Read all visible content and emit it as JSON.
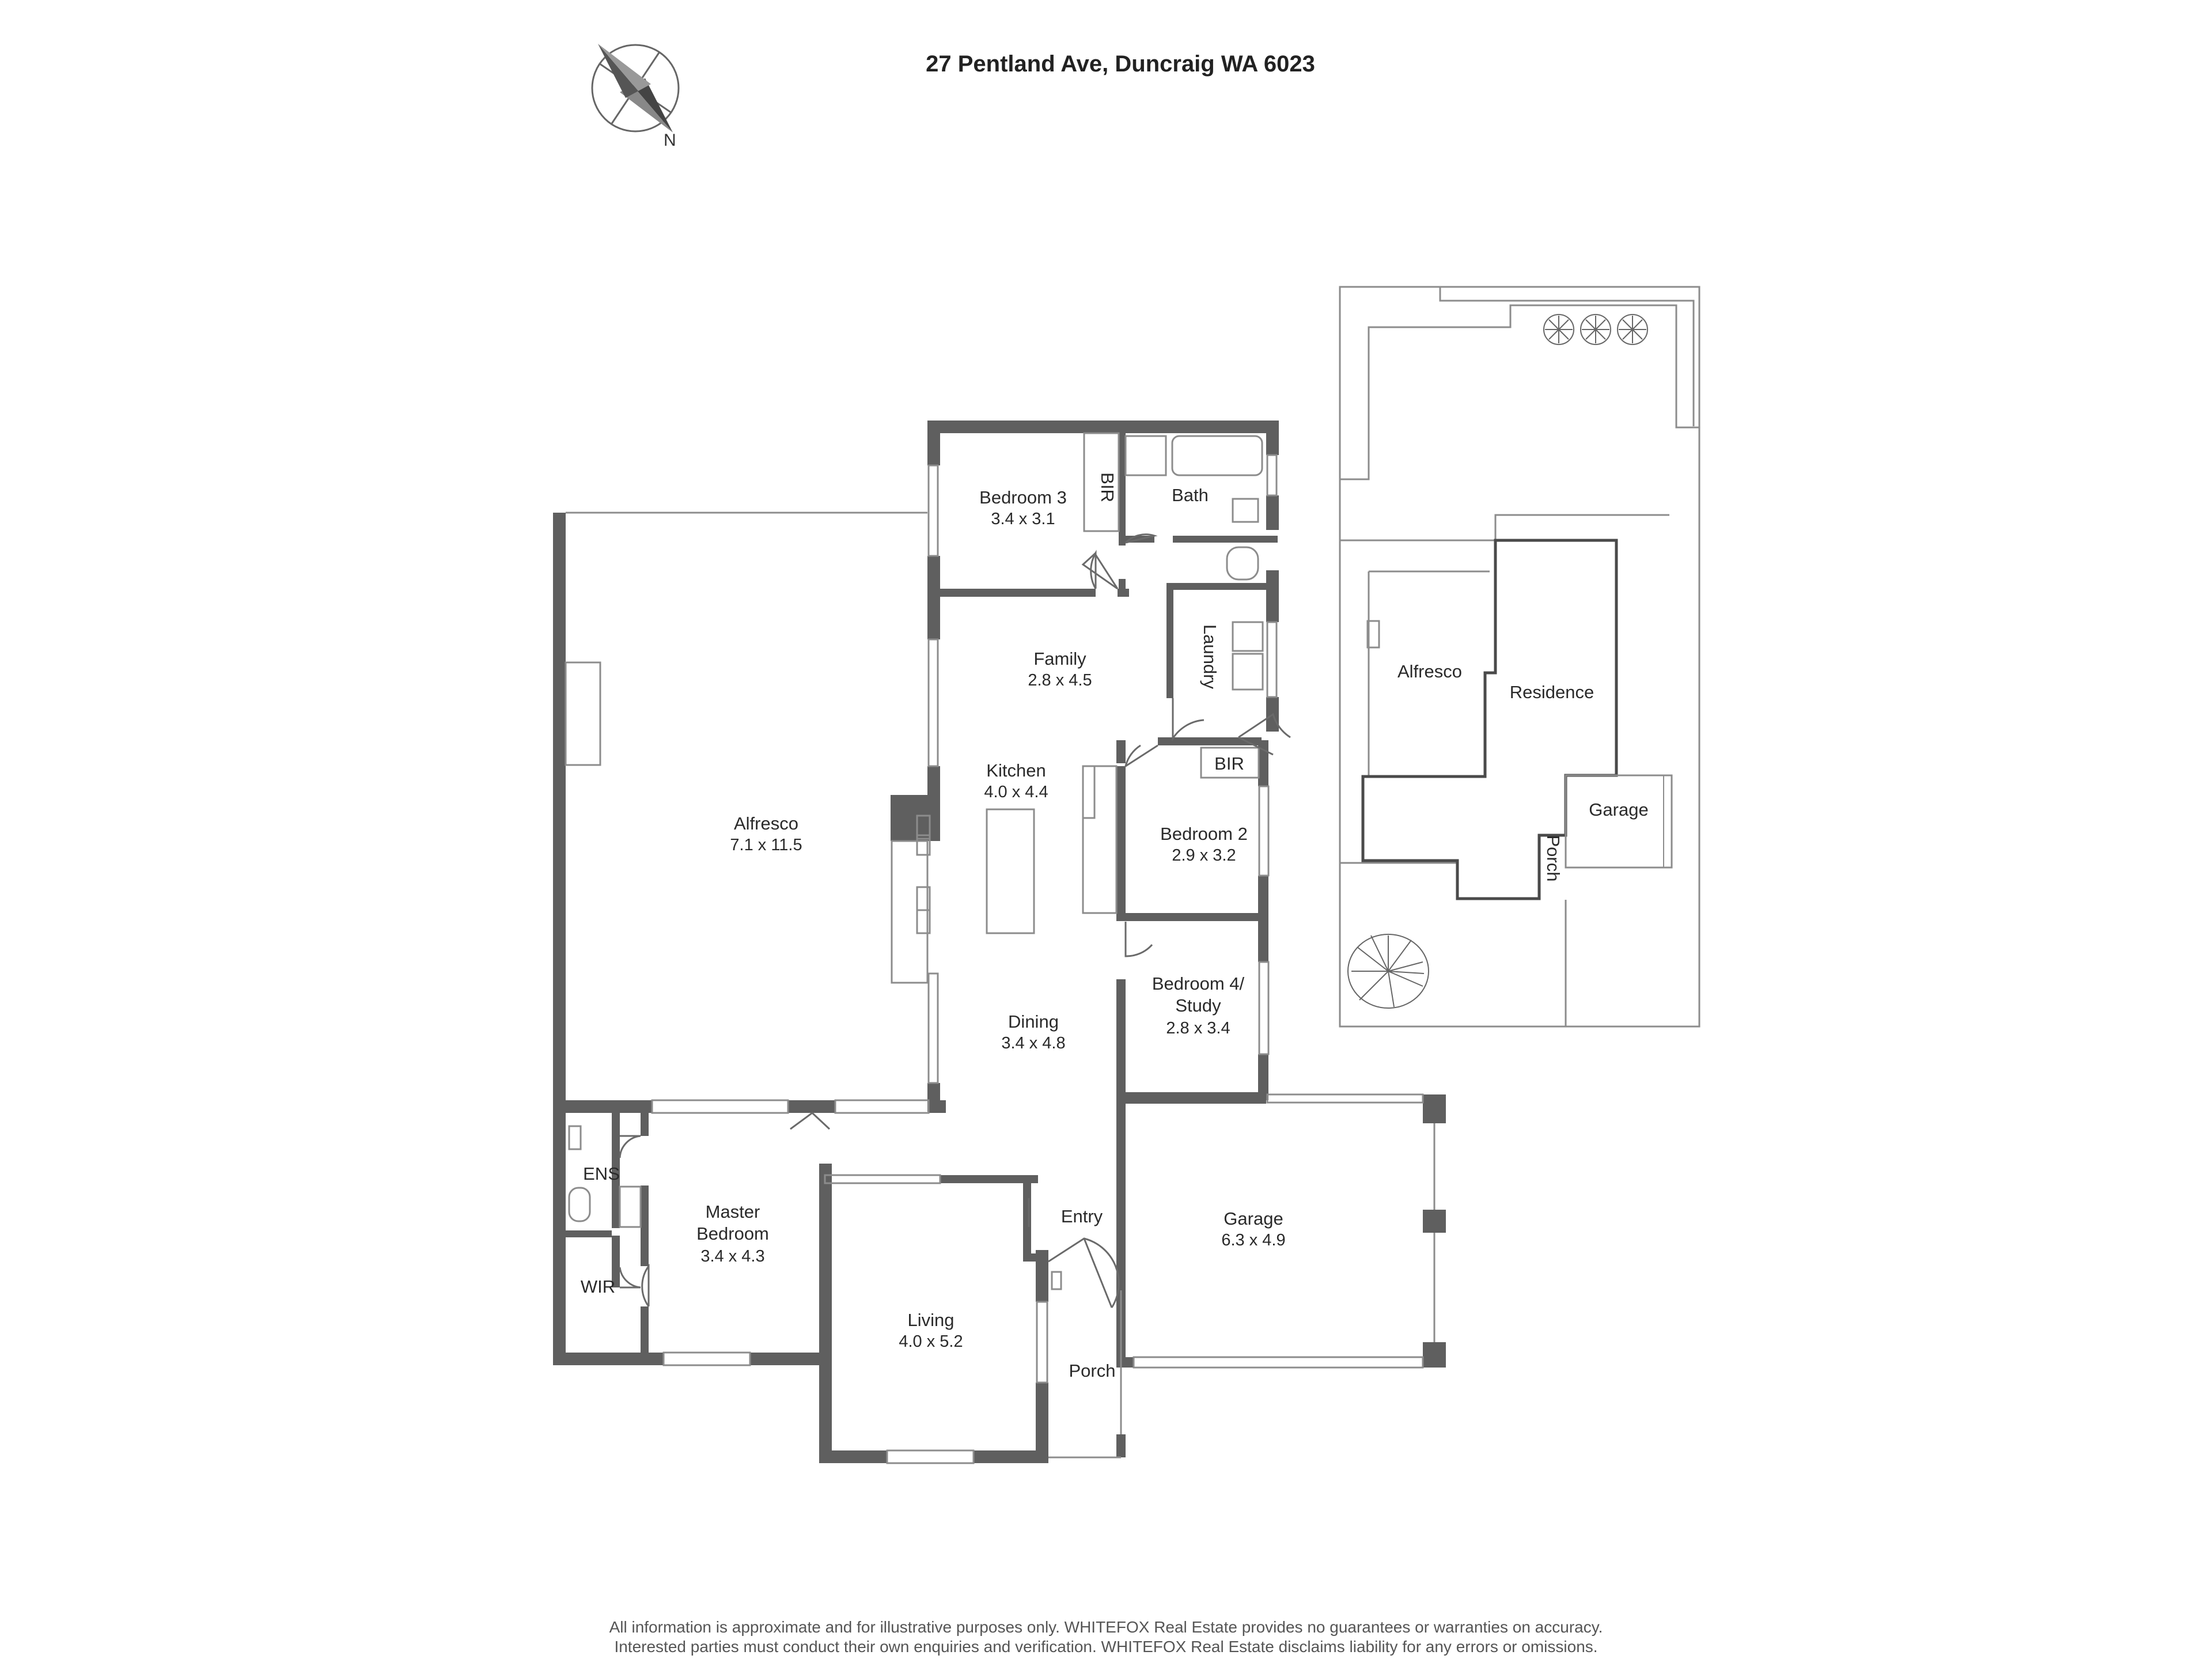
{
  "title": "27 Pentland Ave, Duncraig WA 6023",
  "compass": {
    "label": "N"
  },
  "colors": {
    "wall": "#5f5f5f",
    "thin_line": "#8c8c8c",
    "site_outline": "#4a4a4a"
  },
  "rooms": {
    "bedroom3": {
      "name": "Bedroom 3",
      "dim": "3.4 x 3.1"
    },
    "bir_bed3": {
      "name": "BIR"
    },
    "bath": {
      "name": "Bath"
    },
    "family": {
      "name": "Family",
      "dim": "2.8 x 4.5"
    },
    "laundry": {
      "name": "Laundry"
    },
    "kitchen": {
      "name": "Kitchen",
      "dim": "4.0 x 4.4"
    },
    "bir_bed2": {
      "name": "BIR"
    },
    "bedroom2": {
      "name": "Bedroom 2",
      "dim": "2.9 x 3.2"
    },
    "alfresco": {
      "name": "Alfresco",
      "dim": "7.1 x 11.5"
    },
    "bedroom4": {
      "name_line1": "Bedroom 4/",
      "name_line2": "Study",
      "dim": "2.8 x 3.4"
    },
    "dining": {
      "name": "Dining",
      "dim": "3.4 x 4.8"
    },
    "ens": {
      "name": "ENS"
    },
    "master": {
      "name_line1": "Master",
      "name_line2": "Bedroom",
      "dim": "3.4 x 4.3"
    },
    "wir": {
      "name": "WIR"
    },
    "entry": {
      "name": "Entry"
    },
    "garage": {
      "name": "Garage",
      "dim": "6.3 x 4.9"
    },
    "living": {
      "name": "Living",
      "dim": "4.0 x 5.2"
    },
    "porch": {
      "name": "Porch"
    }
  },
  "site_plan": {
    "alfresco": "Alfresco",
    "residence": "Residence",
    "garage": "Garage",
    "porch": "Porch"
  },
  "disclaimer": {
    "line1": "All information is approximate and for illustrative purposes only. WHITEFOX Real Estate provides no guarantees or warranties on accuracy.",
    "line2": "Interested parties must conduct their own enquiries and verification. WHITEFOX Real Estate disclaims liability for any errors or omissions."
  }
}
